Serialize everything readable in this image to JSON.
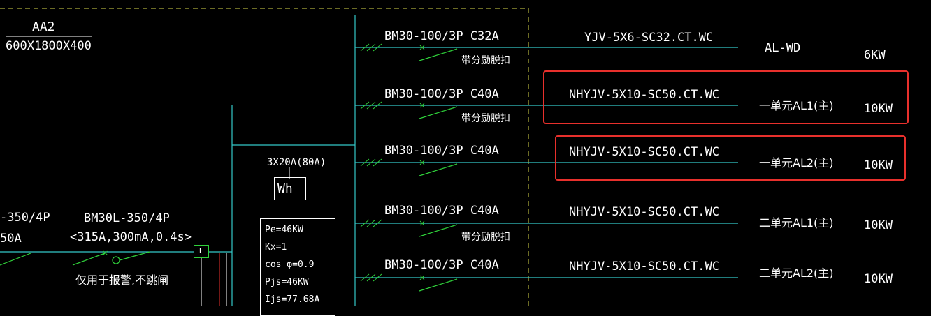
{
  "panel": {
    "name": "AA2",
    "size": "600X1800X400"
  },
  "incoming": {
    "breaker_left_line1": "-350/4P",
    "breaker_left_line2": "50A",
    "rcd_line1": "BM30L-350/4P",
    "rcd_line2": "<315A,300mA,0.4s>",
    "rcd_note": "仅用于报警,不跳闸",
    "module_label": "L"
  },
  "meter": {
    "rating": "3X20A(80A)",
    "label": "Wh"
  },
  "load_calc": [
    "Pe=46KW",
    "Kx=1",
    "cos φ=0.9",
    "Pjs=46KW",
    "Ijs=77.68A"
  ],
  "circuits": [
    {
      "breaker": "BM30-100/3P  C32A",
      "note": "带分励脱扣",
      "cable": "YJV-5X6-SC32.CT.WC",
      "dest": "AL-WD",
      "power": "6KW"
    },
    {
      "breaker": "BM30-100/3P  C40A",
      "note": "带分励脱扣",
      "cable": "NHYJV-5X10-SC50.CT.WC",
      "dest": "一单元AL1(主)",
      "power": "10KW"
    },
    {
      "breaker": "BM30-100/3P  C40A",
      "note": "",
      "cable": "NHYJV-5X10-SC50.CT.WC",
      "dest": "一单元AL2(主)",
      "power": "10KW"
    },
    {
      "breaker": "BM30-100/3P  C40A",
      "note": "带分励脱扣",
      "cable": "NHYJV-5X10-SC50.CT.WC",
      "dest": "二单元AL1(主)",
      "power": "10KW"
    },
    {
      "breaker": "BM30-100/3P  C40A",
      "note": "",
      "cable": "NHYJV-5X10-SC50.CT.WC",
      "dest": "二单元AL2(主)",
      "power": "10KW"
    }
  ],
  "colors": {
    "background": "#000000",
    "wire": "#34c8c8",
    "switch": "#2fd13a",
    "boundary": "#d8d84a",
    "highlight": "#e8302c",
    "text": "#ffffff"
  }
}
